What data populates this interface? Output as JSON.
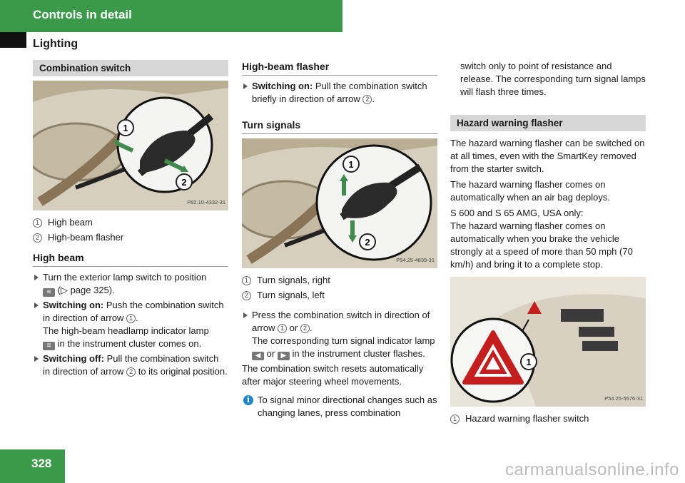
{
  "header": {
    "chapter": "Controls in detail",
    "section": "Lighting"
  },
  "page_number": "328",
  "watermark": "carmanualsonline.info",
  "col1": {
    "box_title": "Combination switch",
    "fig_code": "P82.10-4332-31",
    "legend": [
      {
        "n": "1",
        "text": "High beam"
      },
      {
        "n": "2",
        "text": "High-beam flasher"
      }
    ],
    "heading": "High beam",
    "b1_pre": "Turn the exterior lamp switch to position",
    "b1_post": "(▷ page 325).",
    "b2_bold": "Switching on:",
    "b2_a": "Push the combination switch in direction of arrow",
    "b2_n": "1",
    "b2_b": "The high-beam headlamp indicator lamp",
    "b2_c": "in the instrument cluster comes on.",
    "b3_bold": "Switching off:",
    "b3_a": "Pull the combination switch in direction of arrow",
    "b3_n": "2",
    "b3_b": "to its original position."
  },
  "col2": {
    "heading1": "High-beam flasher",
    "hb_bold": "Switching on:",
    "hb_a": "Pull the combination switch briefly in direction of arrow",
    "hb_n": "2",
    "heading2": "Turn signals",
    "fig_code": "P54.25-4839-31",
    "legend": [
      {
        "n": "1",
        "text": "Turn signals, right"
      },
      {
        "n": "2",
        "text": "Turn signals, left"
      }
    ],
    "ts_a": "Press the combination switch in direction of arrow",
    "ts_n1": "1",
    "ts_or": "or",
    "ts_n2": "2",
    "ts_b": "The corresponding turn signal indicator lamp",
    "ts_or2": "or",
    "ts_c": "in the instrument cluster flashes.",
    "para": "The combination switch resets automatically after major steering wheel movements.",
    "info": "To signal minor directional changes such as changing lanes, press combination"
  },
  "col3": {
    "cont": "switch only to point of resistance and release. The corresponding turn signal lamps will flash three times.",
    "box_title": "Hazard warning flasher",
    "p1": "The hazard warning flasher can be switched on at all times, even with the SmartKey removed from the starter switch.",
    "p2": "The hazard warning flasher comes on automatically when an air bag deploys.",
    "p3a": "S 600 and S 65 AMG, USA only:",
    "p3b": "The hazard warning flasher comes on automatically when you brake the vehicle strongly at a speed of more than 50 mph (70 km/h) and bring it to a complete stop.",
    "fig_code": "P54.25-5576-31",
    "legend": [
      {
        "n": "1",
        "text": "Hazard warning flasher switch"
      }
    ]
  },
  "colors": {
    "green": "#3a9a4a",
    "gray_bar": "#d7d7d7",
    "info_blue": "#1d86c8"
  }
}
